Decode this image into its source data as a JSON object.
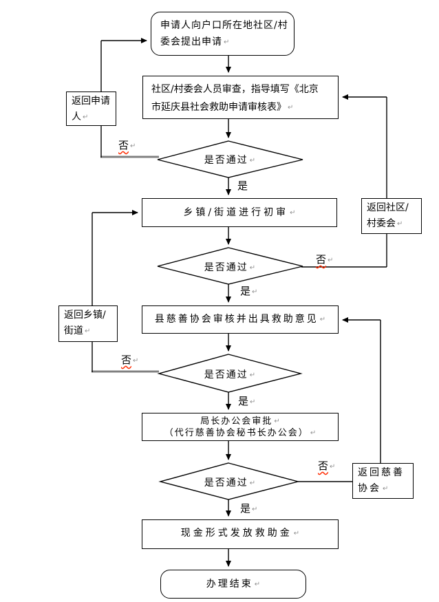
{
  "glyphs": {
    "return_mark": "↵"
  },
  "labels": {
    "yes": "是",
    "no": "否",
    "decision": "是否通过"
  },
  "nodes": {
    "start": {
      "line1": "申请人向户口所在地社区/村",
      "line2": "委会提出申请"
    },
    "community_review": {
      "line1": "社区/村委会人员审查，指导填写《北京",
      "line2": "市延庆县社会救助申请审核表》"
    },
    "township_review": {
      "label": "乡镇/街道进行初审"
    },
    "charity_review": {
      "label": "县慈善协会审核并出具救助意见"
    },
    "director_meeting": {
      "line1": "局长办公会审批",
      "line2": "（代行慈善协会秘书长办公会）"
    },
    "cash_disbursement": {
      "label": "现金形式发放救助金"
    },
    "end": {
      "label": "办理结束"
    },
    "return_applicant": {
      "line1": "返回申请",
      "line2": "人"
    },
    "return_community": {
      "line1": "返回社区/",
      "line2": "村委会"
    },
    "return_township": {
      "line1": "返回乡镇/",
      "line2": "街道"
    },
    "return_charity": {
      "line1": "返回慈善",
      "line2": "协会"
    }
  },
  "colors": {
    "line": "#000000",
    "no_branch_line": "#808080",
    "spellcheck_underline": "#ff2a00",
    "return_mark": "#909090",
    "background": "#ffffff",
    "text": "#000000"
  }
}
